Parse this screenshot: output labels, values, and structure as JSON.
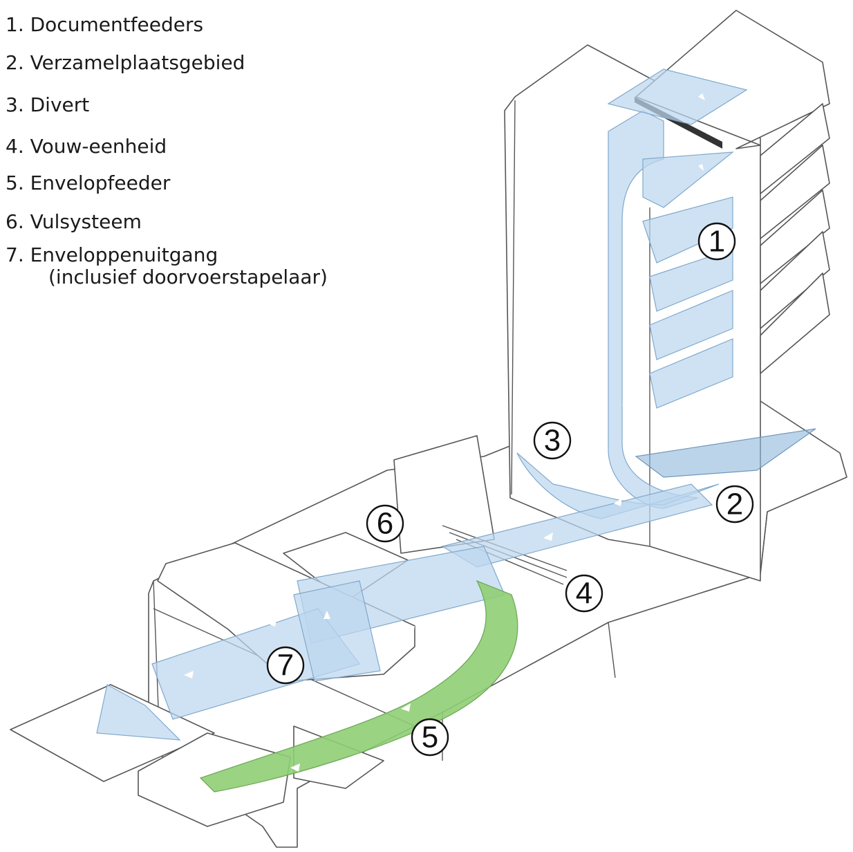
{
  "legend": {
    "items": [
      "1. Documentfeeders",
      "2. Verzamelplaatsgebied",
      "3. Divert",
      "4. Vouw-eenheid",
      "5. Envelopfeeder",
      "6. Vulsysteem",
      "7. Enveloppenuitgang"
    ],
    "item7_note": "(inclusief doorvoerstapelaar)"
  },
  "callouts": {
    "c1": "1",
    "c2": "2",
    "c3": "3",
    "c4": "4",
    "c5": "5",
    "c6": "6",
    "c7": "7"
  },
  "colors": {
    "document_path": "#bcd7ef",
    "envelope_path": "#8fce74",
    "machine_outline": "#555555"
  }
}
